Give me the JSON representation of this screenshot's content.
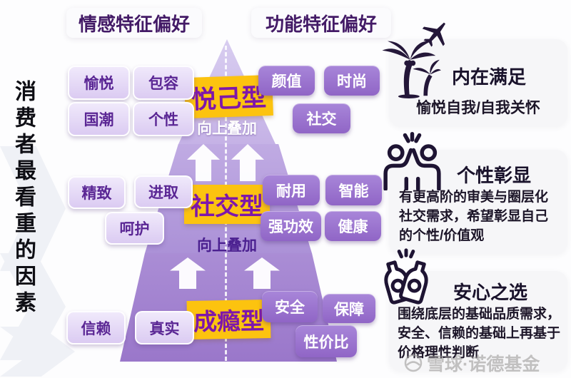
{
  "sidebar_title": "消费者最看重的因素",
  "headers": {
    "emotional": "情感特征偏好",
    "functional": "功能特征偏好"
  },
  "pyramid": {
    "stack_label": "向上叠加",
    "levels": [
      {
        "name": "悦己型"
      },
      {
        "name": "社交型"
      },
      {
        "name": "成瘾型"
      }
    ]
  },
  "tags": {
    "emotional": [
      "愉悦",
      "包容",
      "国潮",
      "个性",
      "精致",
      "进取",
      "呵护",
      "信赖",
      "真实"
    ],
    "functional": [
      "颜值",
      "时尚",
      "社交",
      "耐用",
      "智能",
      "强功效",
      "健康",
      "安全",
      "保障",
      "性价比"
    ]
  },
  "panels": [
    {
      "icon": "palm-trees-and-plane",
      "title": "内在满足",
      "desc": "愉悦自我/自我关怀"
    },
    {
      "icon": "high-five",
      "title": "个性彰显",
      "desc": "有更高阶的审美与圈层化社交需求，希望彰显自己的个性/价值观"
    },
    {
      "icon": "clinking-bottles",
      "title": "安心之选",
      "desc": "围绕底层的基础品质需求，安全、信赖的基础上再基于价格理性判断"
    }
  ],
  "watermark": "雪球·诺德基金",
  "colors": {
    "level_label_bg": "#fcc30f",
    "level_label_text": "#7e17aa",
    "header_text": "#431a66",
    "tag_emotional_bg": "#e4d7f6",
    "tag_emotional_text": "#5a2694",
    "tag_functional_bg": "#9a73cf",
    "band_top": "#cbb9e7",
    "band_middle": "#b29bda",
    "band_bottom": "#a083cd",
    "icon_dark": "#241739"
  }
}
